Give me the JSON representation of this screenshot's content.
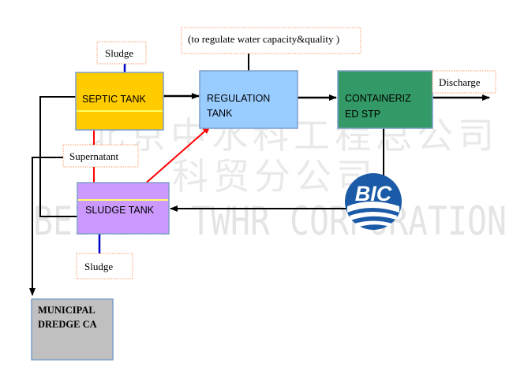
{
  "watermark": {
    "chinese_line1": "北京中水科工程总公司",
    "chinese_line2": "科贸分公司",
    "english": "BEIJING TWHR CORPORATION"
  },
  "logo": {
    "text": "BIC"
  },
  "nodes": {
    "septic_tank": "SEPTIC TANK",
    "regulation_tank_line1": "REGULATION",
    "regulation_tank_line2": "TANK",
    "containerized_stp_line1": "CONTAINERIZ",
    "containerized_stp_line2": "ED STP",
    "sludge_tank": "SLUDGE TANK",
    "municipal_line1": "MUNICIPAL",
    "municipal_line2": "DREDGE CA"
  },
  "notes": {
    "sludge_top": "Sludge",
    "sludge_bottom": "Sludge",
    "supernatant": "Supernatant",
    "regulate": "(to regulate water capacity&quality )",
    "discharge": "Discharge"
  },
  "colors": {
    "septic_fill": "#ffcc00",
    "regulation_fill": "#99ccff",
    "stp_fill": "#339966",
    "sludge_fill": "#cc99ff",
    "municipal_fill": "#c0c0c0",
    "box_border": "#7f9fc8",
    "note_border": "#ff9966",
    "red_link": "#ff0000",
    "blue_link": "#0000cc",
    "flow_line": "#000000",
    "logo_blue": "#1a5aa6"
  }
}
